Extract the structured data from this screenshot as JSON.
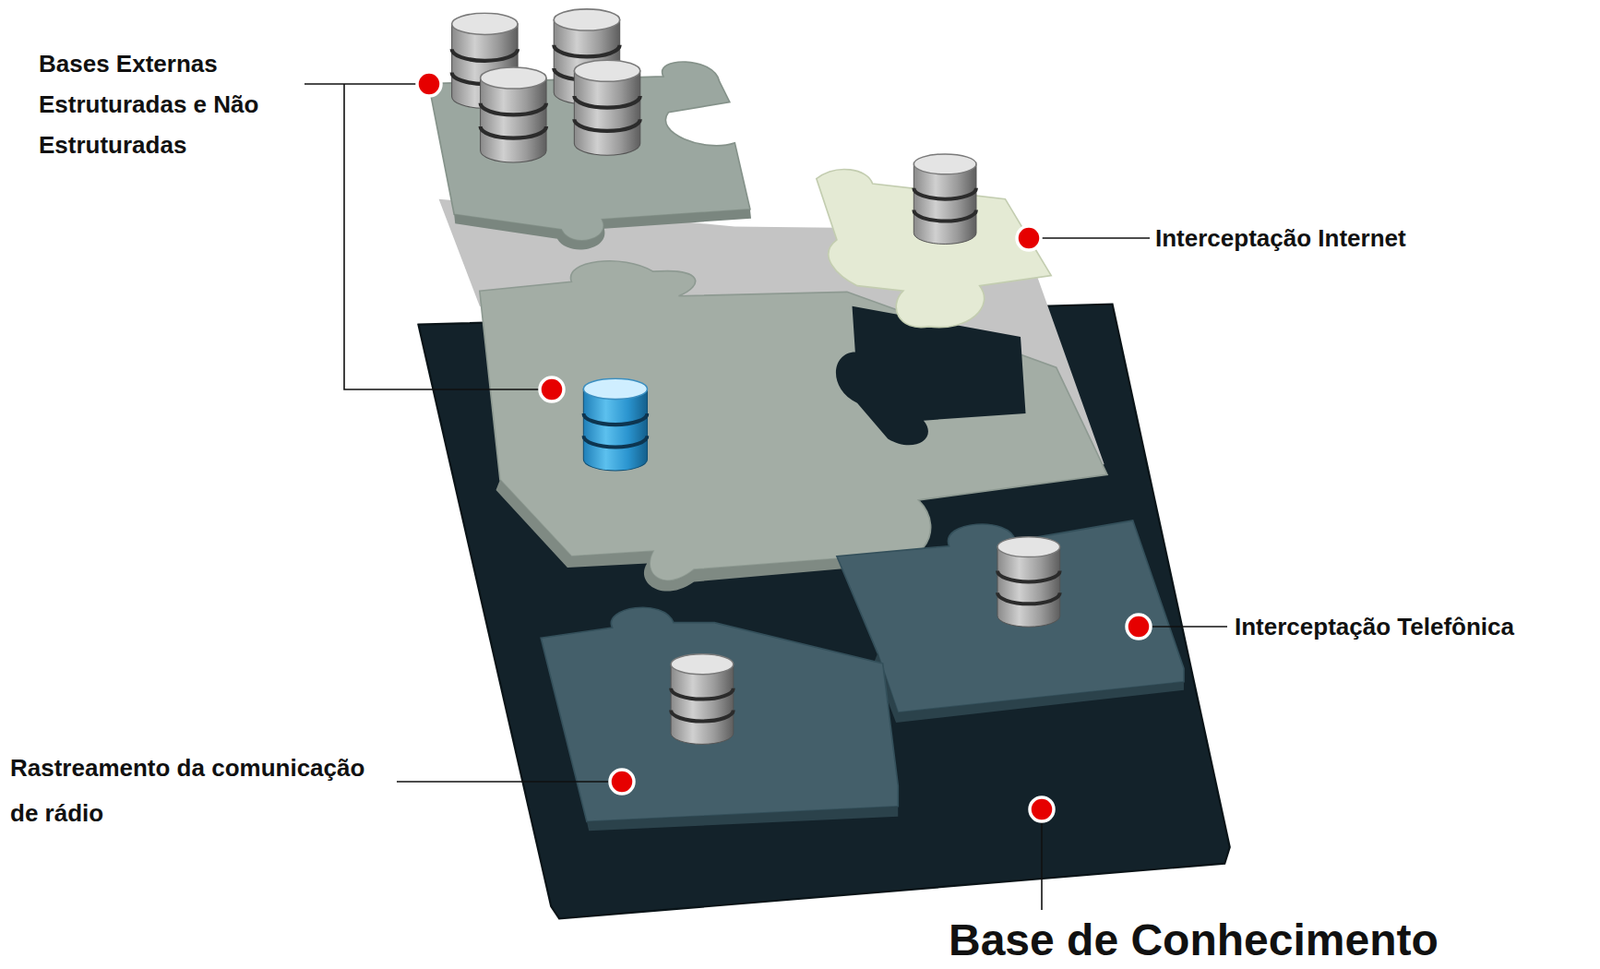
{
  "diagram": {
    "labels": [
      "Bases Externas Estruturadas e Não Estruturadas",
      "Interceptação Internet",
      "Interceptação Telefônica",
      "Rastreamento da comunicação de rádio",
      "Base de Conhecimento"
    ]
  }
}
